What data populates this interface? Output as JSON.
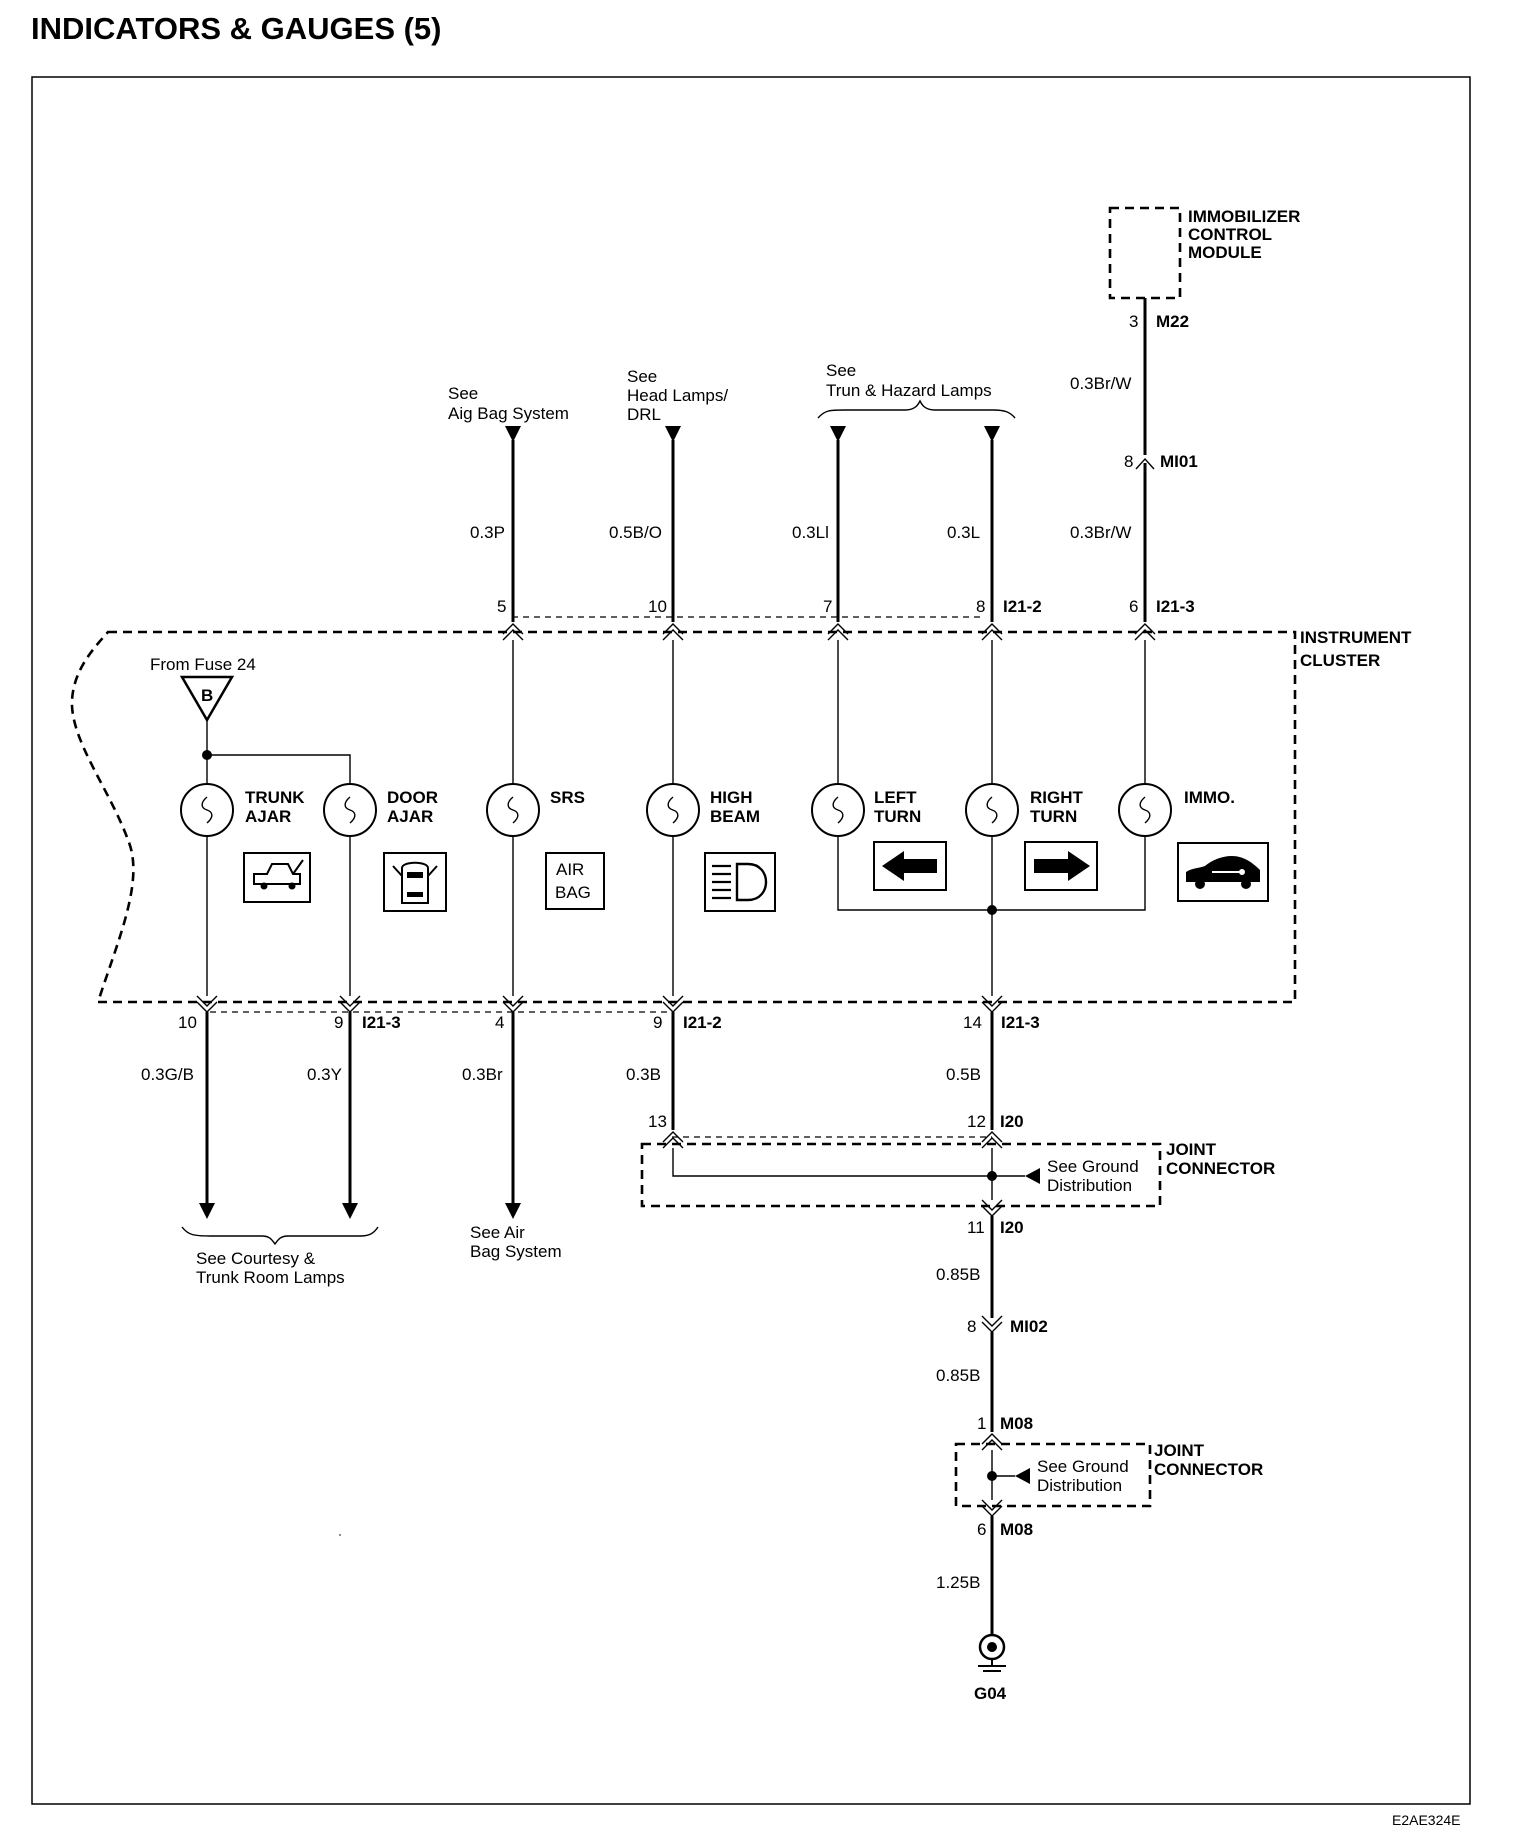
{
  "title": "INDICATORS & GAUGES (5)",
  "figure_code": "E2AE324E",
  "modules": {
    "immobilizer": [
      "IMMOBILIZER",
      "CONTROL",
      "MODULE"
    ],
    "instrument_cluster": [
      "INSTRUMENT",
      "CLUSTER"
    ],
    "joint_connector_1": [
      "JOINT",
      "CONNECTOR"
    ],
    "joint_connector_2": [
      "JOINT",
      "CONNECTOR"
    ]
  },
  "references": {
    "airbag_top": [
      "See",
      "Aig Bag System"
    ],
    "headlamps": [
      "See",
      "Head Lamps/",
      "DRL"
    ],
    "turn_hazard": [
      "See",
      "Trun & Hazard Lamps"
    ],
    "courtesy": [
      "See Courtesy &",
      "Trunk Room Lamps"
    ],
    "airbag_bottom": [
      "See Air",
      "Bag System"
    ],
    "ground_dist_1": [
      "See Ground",
      "Distribution"
    ],
    "ground_dist_2": [
      "See Ground",
      "Distribution"
    ],
    "from_fuse": "From Fuse 24",
    "fuse_letter": "B"
  },
  "lamps": {
    "trunk": [
      "TRUNK",
      "AJAR"
    ],
    "door": [
      "DOOR",
      "AJAR"
    ],
    "srs": [
      "SRS"
    ],
    "high_beam": [
      "HIGH",
      "BEAM"
    ],
    "left_turn": [
      "LEFT",
      "TURN"
    ],
    "right_turn": [
      "RIGHT",
      "TURN"
    ],
    "immo": [
      "IMMO."
    ]
  },
  "airbag_icon": [
    "AIR",
    "BAG"
  ],
  "wires": {
    "srs_top": "0.3P",
    "hb_top": "0.5B/O",
    "lt_top": "0.3Ll",
    "rt_top": "0.3L",
    "immo_upper": "0.3Br/W",
    "immo_lower": "0.3Br/W",
    "trunk_bot": "0.3G/B",
    "door_bot": "0.3Y",
    "srs_bot": "0.3Br",
    "hb_bot": "0.3B",
    "rt_bot": "0.5B",
    "gnd_1": "0.85B",
    "gnd_2": "0.85B",
    "gnd_3": "1.25B"
  },
  "pins": {
    "immo_m22": "3",
    "immo_mi01": "8",
    "top_srs": "5",
    "top_hb": "10",
    "top_lt": "7",
    "top_rt": "8",
    "top_immo": "6",
    "bot_trunk": "10",
    "bot_door": "9",
    "bot_srs": "4",
    "bot_hb": "9",
    "bot_rt": "14",
    "jc_in_left": "13",
    "jc_in_right": "12",
    "jc_out": "11",
    "mi02": "8",
    "m08_in": "1",
    "m08_out": "6"
  },
  "connectors": {
    "m22": "M22",
    "mi01": "MI01",
    "i21_2_top": "I21-2",
    "i21_3_top": "I21-3",
    "i21_3_bot_left": "I21-3",
    "i21_2_bot": "I21-2",
    "i21_3_bot_right": "I21-3",
    "i20_in": "I20",
    "i20_out": "I20",
    "mi02": "MI02",
    "m08_in": "M08",
    "m08_out": "M08",
    "ground": "G04"
  }
}
